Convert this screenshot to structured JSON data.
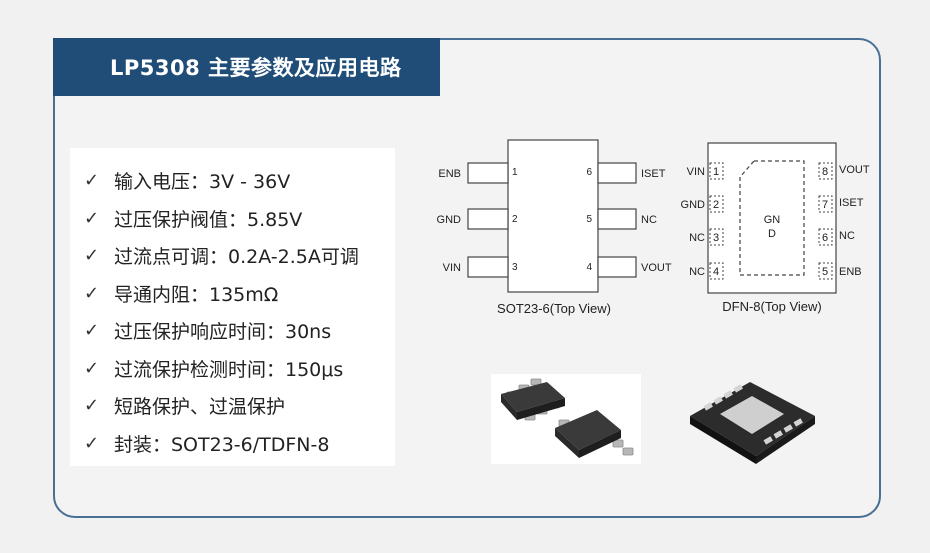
{
  "title": "LP5308 主要参数及应用电路",
  "specs": [
    "输入电压：3V - 36V",
    "过压保护阀值：5.85V",
    "过流点可调：0.2A-2.5A可调",
    "导通内阻：135mΩ",
    "过压保护响应时间：30ns",
    "过流保护检测时间：150μs",
    "短路保护、过温保护",
    "封装：SOT23-6/TDFN-8"
  ],
  "sot23": {
    "caption": "SOT23-6(Top View)",
    "left_pins": [
      {
        "num": "1",
        "name": "ENB"
      },
      {
        "num": "2",
        "name": "GND"
      },
      {
        "num": "3",
        "name": "VIN"
      }
    ],
    "right_pins": [
      {
        "num": "6",
        "name": "ISET"
      },
      {
        "num": "5",
        "name": "NC"
      },
      {
        "num": "4",
        "name": "VOUT"
      }
    ]
  },
  "dfn": {
    "caption": "DFN-8(Top View)",
    "pad_label_line1": "GN",
    "pad_label_line2": "D",
    "left_pins": [
      {
        "num": "1",
        "name": "VIN"
      },
      {
        "num": "2",
        "name": "GND"
      },
      {
        "num": "3",
        "name": "NC"
      },
      {
        "num": "4",
        "name": "NC"
      }
    ],
    "right_pins": [
      {
        "num": "8",
        "name": "VOUT"
      },
      {
        "num": "7",
        "name": "ISET"
      },
      {
        "num": "6",
        "name": "NC"
      },
      {
        "num": "5",
        "name": "ENB"
      }
    ]
  },
  "check_glyph": "✓"
}
